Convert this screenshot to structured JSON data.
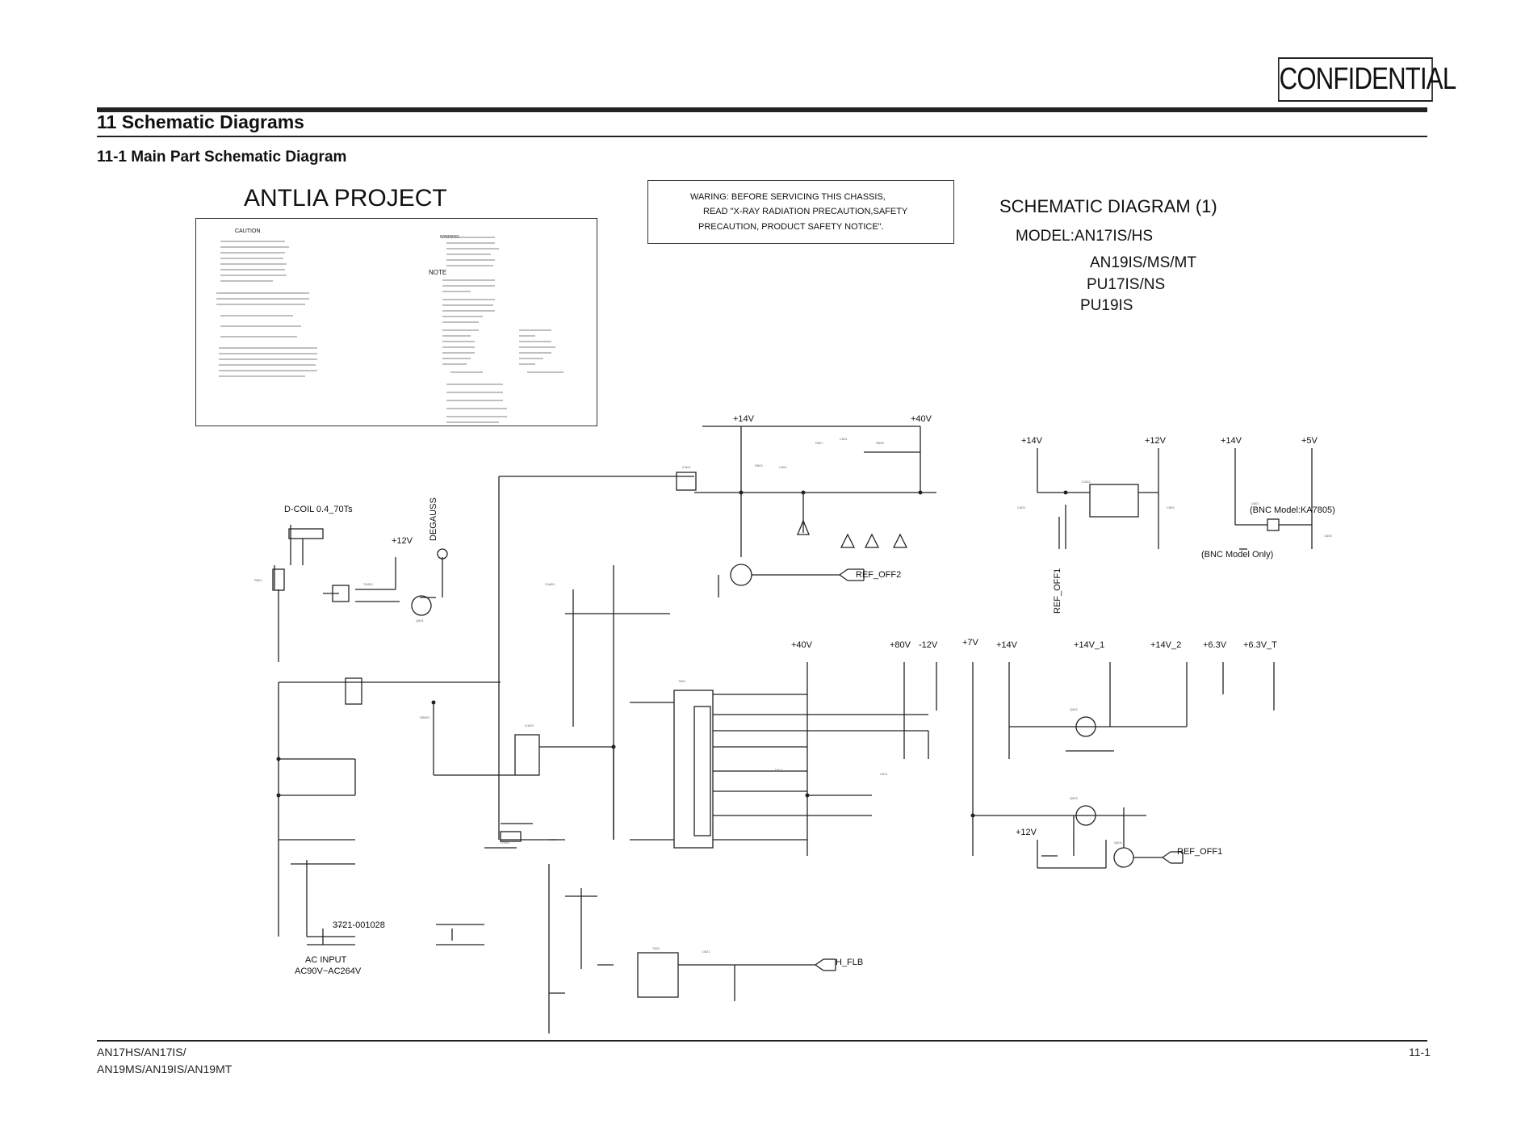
{
  "stamp": "CONFIDENTIAL",
  "section_title": "11 Schematic Diagrams",
  "subsection_title": "11-1 Main Part Schematic Diagram",
  "project_title": "ANTLIA PROJECT",
  "caution_box": {
    "caution_heading": "CAUTION",
    "warning_heading": "WARNING",
    "note_heading": "NOTE"
  },
  "warning_box": {
    "line1": "WARING:  BEFORE SERVICING THIS CHASSIS,",
    "line2": "READ \"X-RAY RADIATION PRECAUTION,SAFETY",
    "line3": "PRECAUTION, PRODUCT SAFETY NOTICE\"."
  },
  "schematic_header": {
    "title": "SCHEMATIC DIAGRAM (1)",
    "model_line1": "MODEL:AN17IS/HS",
    "model_line2": "AN19IS/MS/MT",
    "model_line3": "PU17IS/NS",
    "model_line4": "PU19IS"
  },
  "net_labels": {
    "p14v_top": "+14V",
    "p40v_top": "+40V",
    "p14v_a": "+14V",
    "p12v_a": "+12V",
    "p14v_b": "+14V",
    "p5v": "+5V",
    "bnc_ka7805": "(BNC Model:KA7805)",
    "bnc_only": "(BNC Model Only)",
    "ref_off1_vert": "REF_OFF1",
    "ref_off2": "REF_OFF2",
    "dcoil": "D-COIL 0.4_70Ts",
    "degauss": "DEGAUSS",
    "p12v_left": "+12V",
    "rail_40v": "+40V",
    "rail_80v": "+80V",
    "rail_m12v": "-12V",
    "rail_7v": "+7V",
    "rail_14v": "+14V",
    "rail_14v1": "+14V_1",
    "rail_14v2": "+14V_2",
    "rail_63v": "+6.3V",
    "rail_63vt": "+6.3V_T",
    "p12v_bottom": "+12V",
    "ref_off1": "REF_OFF1",
    "part_num": "3721-001028",
    "ac_input": "AC INPUT",
    "ac_range": "AC90V~AC264V",
    "h_flb": "H_FLB"
  },
  "footer": {
    "models_line1": "AN17HS/AN17IS/",
    "models_line2": "AN19MS/AN19IS/AN19MT",
    "page": "11-1"
  }
}
